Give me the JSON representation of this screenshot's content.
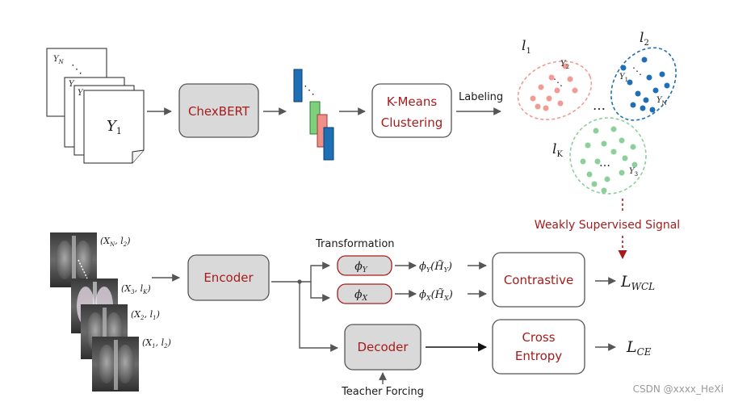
{
  "documents": {
    "top_label": "Y",
    "top_sub": "N",
    "doc2_label": "Y",
    "doc3_label": "Y",
    "front_label": "Y",
    "front_sub": "1",
    "dots": "⋱"
  },
  "blocks": {
    "chexbert": "ChexBERT",
    "kmeans_line1": "K-Means",
    "kmeans_line2": "Clustering",
    "encoder": "Encoder",
    "decoder": "Decoder",
    "contrastive": "Contrastive",
    "cross_line1": "Cross",
    "cross_line2": "Entropy",
    "phi_y": "ϕ",
    "phi_y_sub": "Y",
    "phi_x": "ϕ",
    "phi_x_sub": "X"
  },
  "labels": {
    "labeling": "Labeling",
    "transformation": "Transformation",
    "weak_signal": "Weakly Supervised Signal",
    "teacher_forcing": "Teacher Forcing",
    "out_phi_y": "ϕ",
    "out_phi_y_sub": "Y",
    "out_phi_y_arg": "(H̃",
    "out_phi_y_arg_sub": "Y",
    "out_phi_x": "ϕ",
    "out_phi_x_sub": "X",
    "out_phi_x_arg": "(H̃",
    "out_phi_x_arg_sub": "X",
    "close_paren": ")",
    "loss_wcl": "L",
    "loss_wcl_sub": "WCL",
    "loss_ce": "L",
    "loss_ce_sub": "CE"
  },
  "clusters": {
    "l1": "l",
    "l1_sub": "1",
    "l2": "l",
    "l2_sub": "2",
    "lk": "l",
    "lk_sub": "K",
    "c1_y": "Y",
    "c1_y_sub": "2",
    "c2_y1": "Y",
    "c2_y1_sub": "1",
    "c2_yn": "Y",
    "c2_yn_sub": "N",
    "c3_y": "Y",
    "c3_y_sub": "3",
    "ellipsis": "…",
    "dots": "⋱"
  },
  "xrays": {
    "pair_n": "(X",
    "pair_n_sub": "N",
    "pair_n_rest": ", l",
    "pair_n_rest_sub": "2",
    "pair_3": "(X",
    "pair_3_sub": "3",
    "pair_3_rest": ", l",
    "pair_3_rest_sub": "K",
    "pair_2": "(X",
    "pair_2_sub": "2",
    "pair_2_rest": ", l",
    "pair_2_rest_sub": "1",
    "pair_1": "(X",
    "pair_1_sub": "1",
    "pair_1_rest": ", l",
    "pair_1_rest_sub": "2",
    "close": ")"
  },
  "watermark": "CSDN @xxxx_HeXi",
  "colors": {
    "block_fill": "#d9d9d9",
    "accent_red": "#a61c1c",
    "cluster1": "#f29a94",
    "cluster2": "#1f6fb5",
    "cluster3": "#8ccf9a",
    "emb_blue": "#1f6fb5",
    "emb_green": "#7dd17d",
    "emb_pink": "#f08f8a"
  }
}
